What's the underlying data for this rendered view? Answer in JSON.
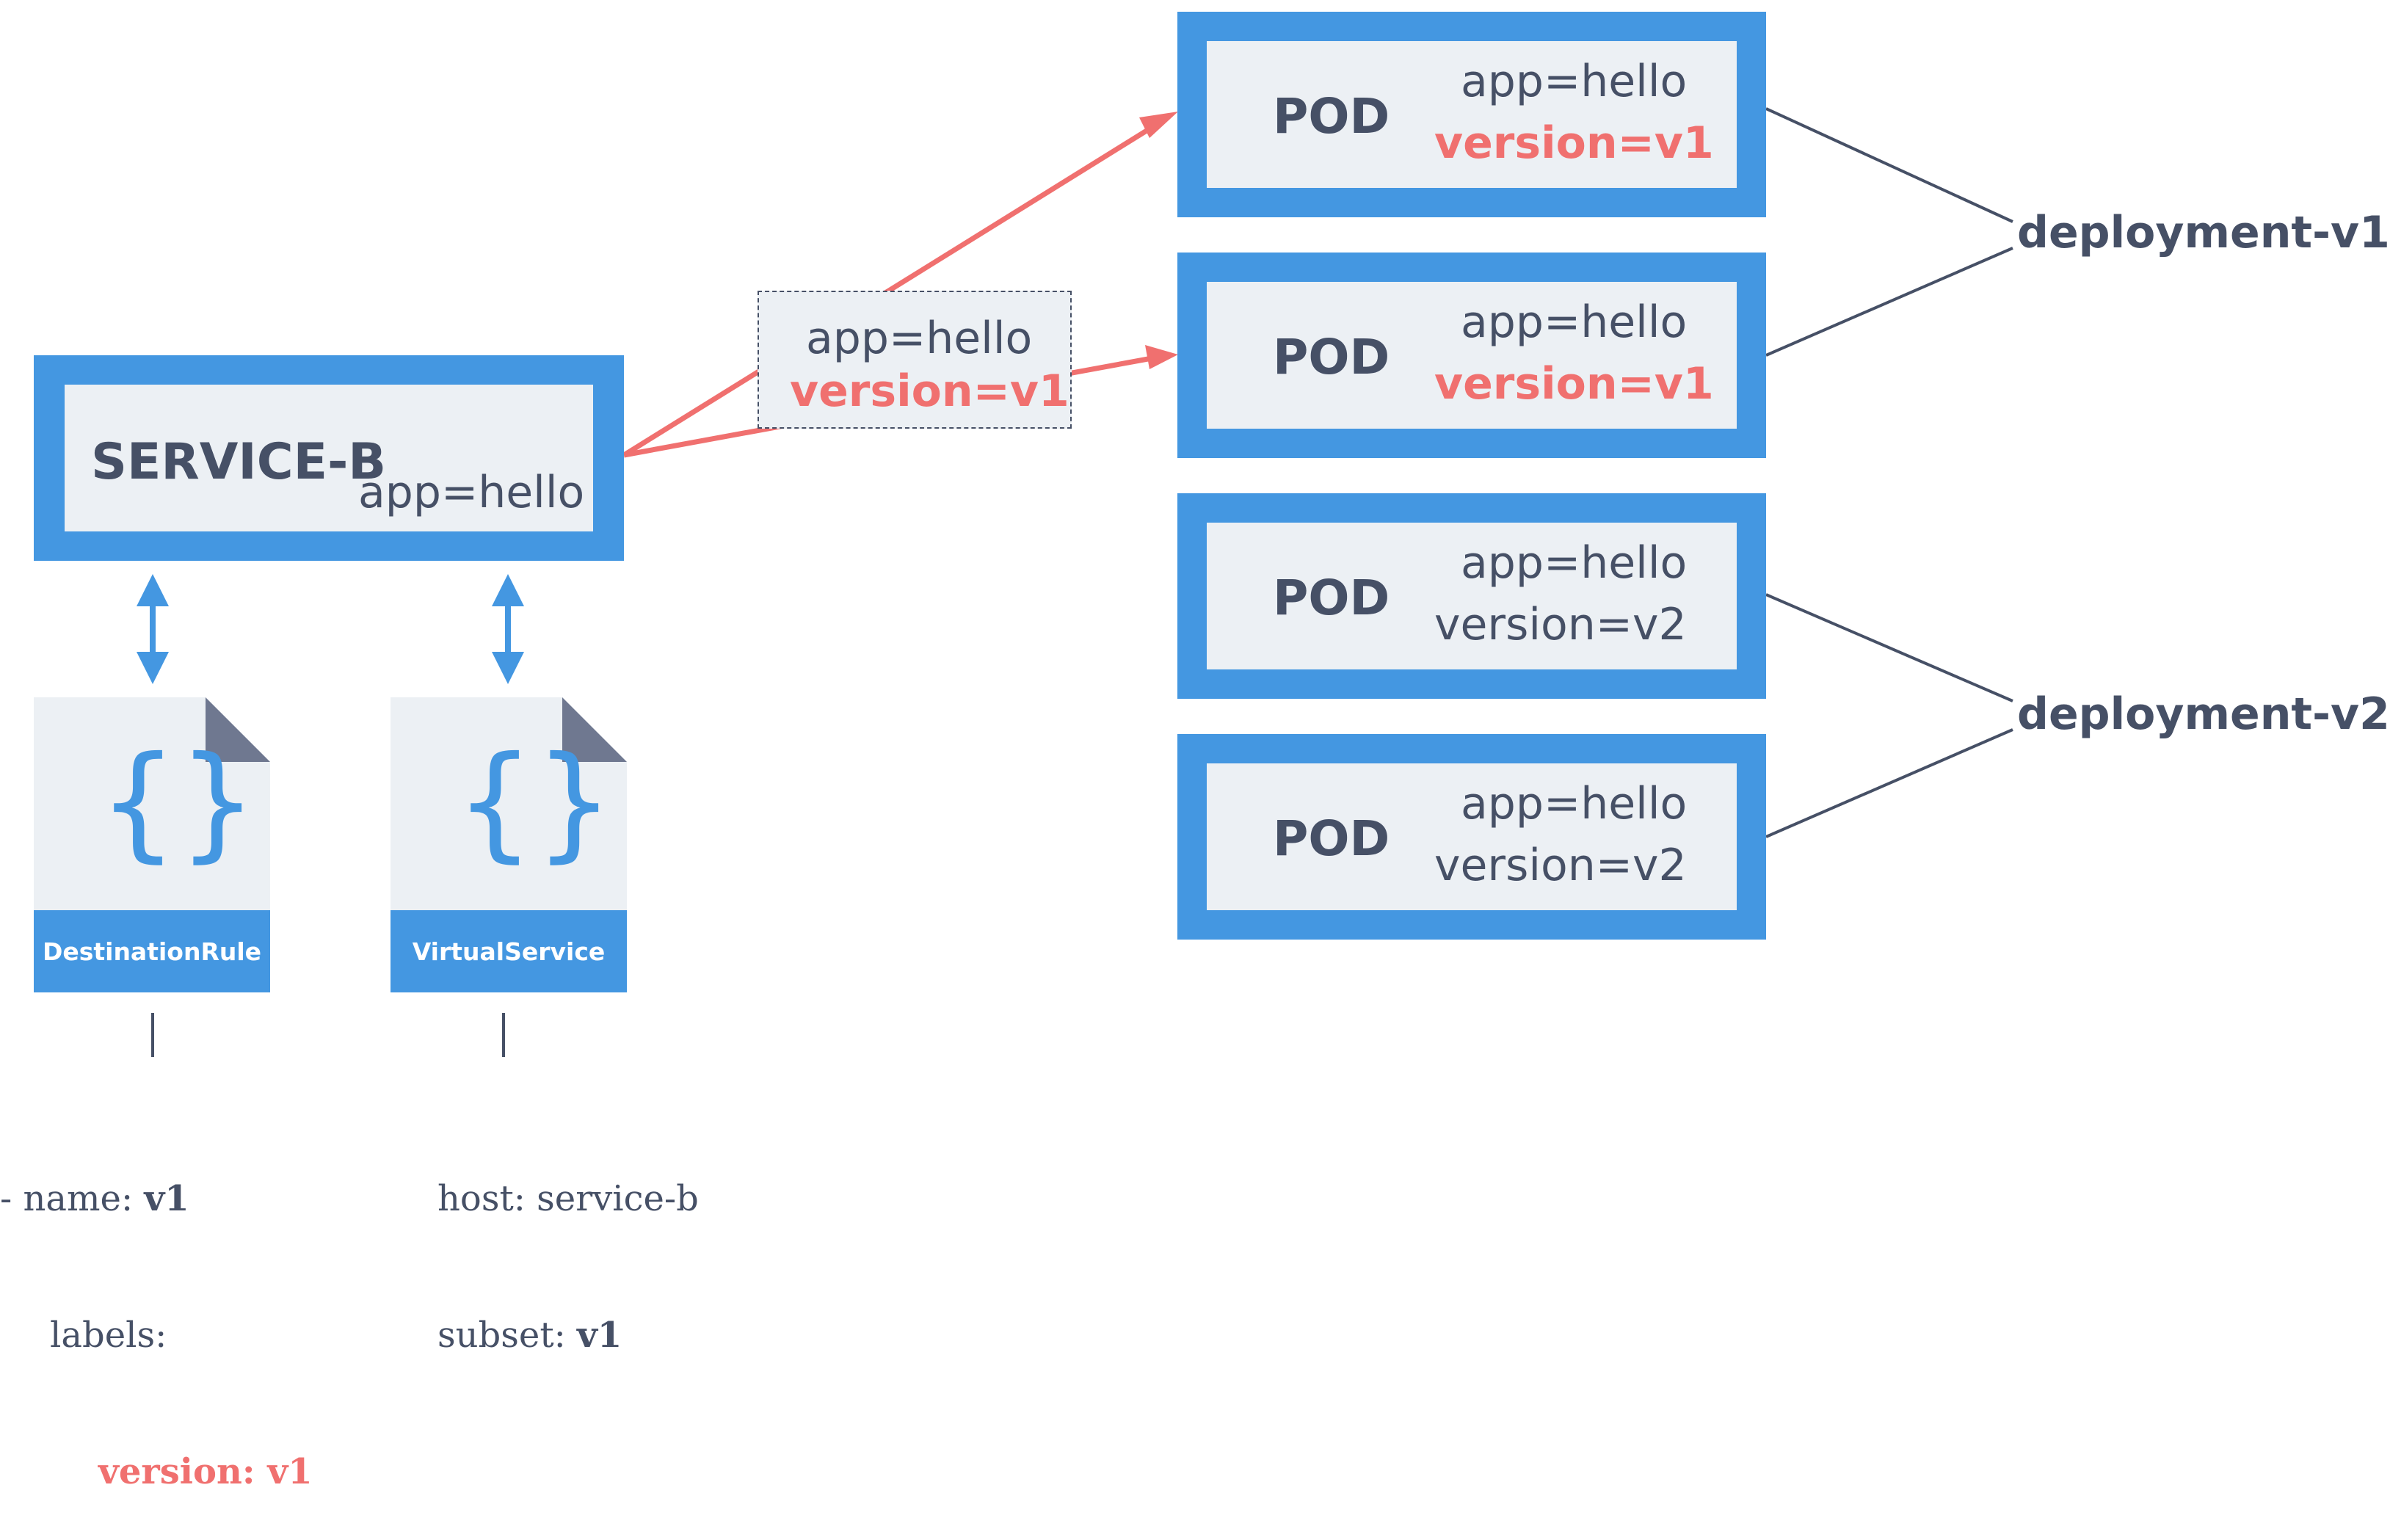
{
  "service": {
    "name": "SERVICE-B",
    "label": "app=hello"
  },
  "selector": {
    "app": "app=hello",
    "version": "version=v1"
  },
  "pods": [
    {
      "title": "POD",
      "app": "app=hello",
      "version": "version=v1",
      "highlight": true
    },
    {
      "title": "POD",
      "app": "app=hello",
      "version": "version=v1",
      "highlight": true
    },
    {
      "title": "POD",
      "app": "app=hello",
      "version": "version=v2",
      "highlight": false
    },
    {
      "title": "POD",
      "app": "app=hello",
      "version": "version=v2",
      "highlight": false
    }
  ],
  "deployments": [
    {
      "name": "deployment-v1"
    },
    {
      "name": "deployment-v2"
    }
  ],
  "docs": {
    "destination_rule": {
      "title": "DestinationRule",
      "icon": "{}",
      "code": {
        "dash": "- ",
        "name_key": "name: ",
        "name_val": "v1",
        "labels_key": "labels:",
        "version_line": "version: v1"
      }
    },
    "virtual_service": {
      "title": "VirtualService",
      "icon": "{}",
      "code": {
        "host_line": "host: service-b",
        "subset_key": "subset: ",
        "subset_val": "v1"
      }
    }
  },
  "colors": {
    "blue": "#4497e1",
    "panel": "#ecf0f4",
    "text": "#465066",
    "red": "#f0706f"
  }
}
